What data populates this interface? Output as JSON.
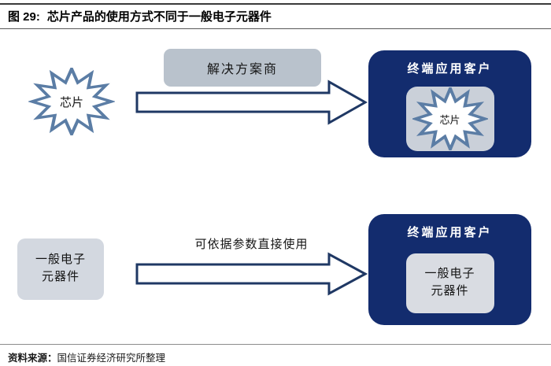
{
  "figure": {
    "label": "图 29:",
    "title": "芯片产品的使用方式不同于一般电子元器件"
  },
  "top_flow": {
    "chip_label": "芯片",
    "solution_provider": "解决方案商",
    "customer_title": "终端应用客户",
    "customer_inner_chip": "芯片"
  },
  "bottom_flow": {
    "component_line1": "一般电子",
    "component_line2": "元器件",
    "arrow_label": "可依据参数直接使用",
    "customer_title": "终端应用客户",
    "customer_inner_line1": "一般电子",
    "customer_inner_line2": "元器件"
  },
  "footer": {
    "source_label": "资料来源：",
    "source_text": "国信证券经济研究所整理"
  },
  "colors": {
    "navy_box": "#132c6e",
    "arrow_outline": "#1f3864",
    "starburst_outline": "#5b7da5",
    "solution_box_fill": "#b9c2cc",
    "inner_box_fill_top": "#cad0d9",
    "inner_box_fill_bottom": "#d9dce2",
    "component_box_fill": "#d3d8e0",
    "title_text": "#000000",
    "customer_title_text": "#ffffff"
  }
}
